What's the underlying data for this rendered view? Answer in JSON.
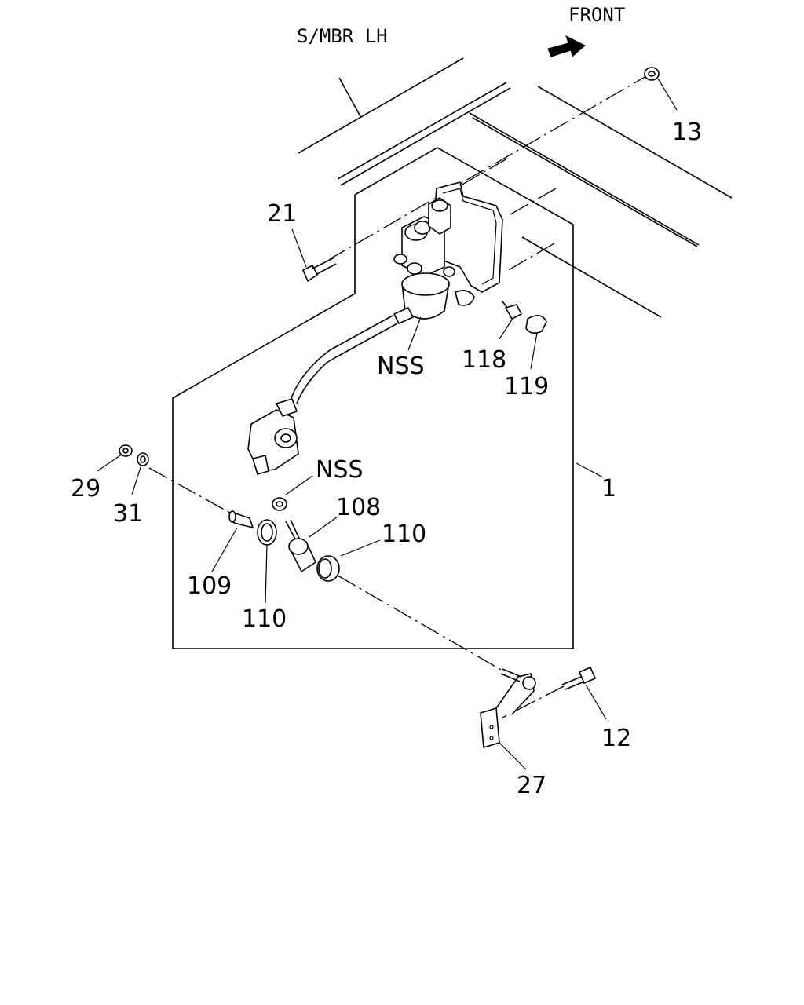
{
  "header": {
    "front_label": "FRONT",
    "side_member_label": "S/MBR LH"
  },
  "callouts": {
    "c13": "13",
    "c21": "21",
    "c118": "118",
    "c119": "119",
    "c_nss_upper": "NSS",
    "c_nss_lower": "NSS",
    "c1": "1",
    "c29": "29",
    "c31": "31",
    "c108": "108",
    "c110_right": "110",
    "c109": "109",
    "c110_lower": "110",
    "c12": "12",
    "c27": "27"
  },
  "icons": {
    "front_arrow": "arrow-right-icon"
  }
}
